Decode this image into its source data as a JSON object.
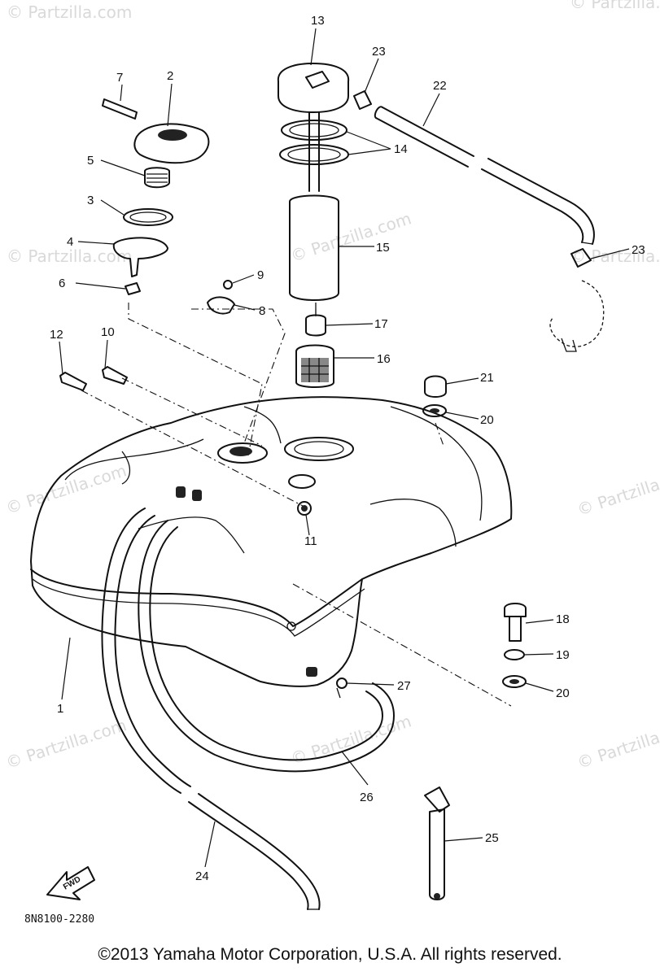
{
  "callouts": [
    {
      "id": "p13",
      "text": "13"
    },
    {
      "id": "p23a",
      "text": "23"
    },
    {
      "id": "p22",
      "text": "22"
    },
    {
      "id": "p7",
      "text": "7"
    },
    {
      "id": "p2",
      "text": "2"
    },
    {
      "id": "p14",
      "text": "14"
    },
    {
      "id": "p5",
      "text": "5"
    },
    {
      "id": "p3",
      "text": "3"
    },
    {
      "id": "p4",
      "text": "4"
    },
    {
      "id": "p15",
      "text": "15"
    },
    {
      "id": "p23b",
      "text": "23"
    },
    {
      "id": "p9",
      "text": "9"
    },
    {
      "id": "p6",
      "text": "6"
    },
    {
      "id": "p8",
      "text": "8"
    },
    {
      "id": "p17",
      "text": "17"
    },
    {
      "id": "p12",
      "text": "12"
    },
    {
      "id": "p10",
      "text": "10"
    },
    {
      "id": "p16",
      "text": "16"
    },
    {
      "id": "p21",
      "text": "21"
    },
    {
      "id": "p20a",
      "text": "20"
    },
    {
      "id": "p11",
      "text": "11"
    },
    {
      "id": "p18",
      "text": "18"
    },
    {
      "id": "p19",
      "text": "19"
    },
    {
      "id": "p20b",
      "text": "20"
    },
    {
      "id": "p27",
      "text": "27"
    },
    {
      "id": "p1",
      "text": "1"
    },
    {
      "id": "p26",
      "text": "26"
    },
    {
      "id": "p25",
      "text": "25"
    },
    {
      "id": "p24",
      "text": "24"
    }
  ],
  "watermark_text": "© Partzilla.com",
  "front_arrow_label": "FWD",
  "reference_code": "8N8100-2280",
  "copyright": "©2013 Yamaha Motor Corporation, U.S.A. All rights reserved."
}
